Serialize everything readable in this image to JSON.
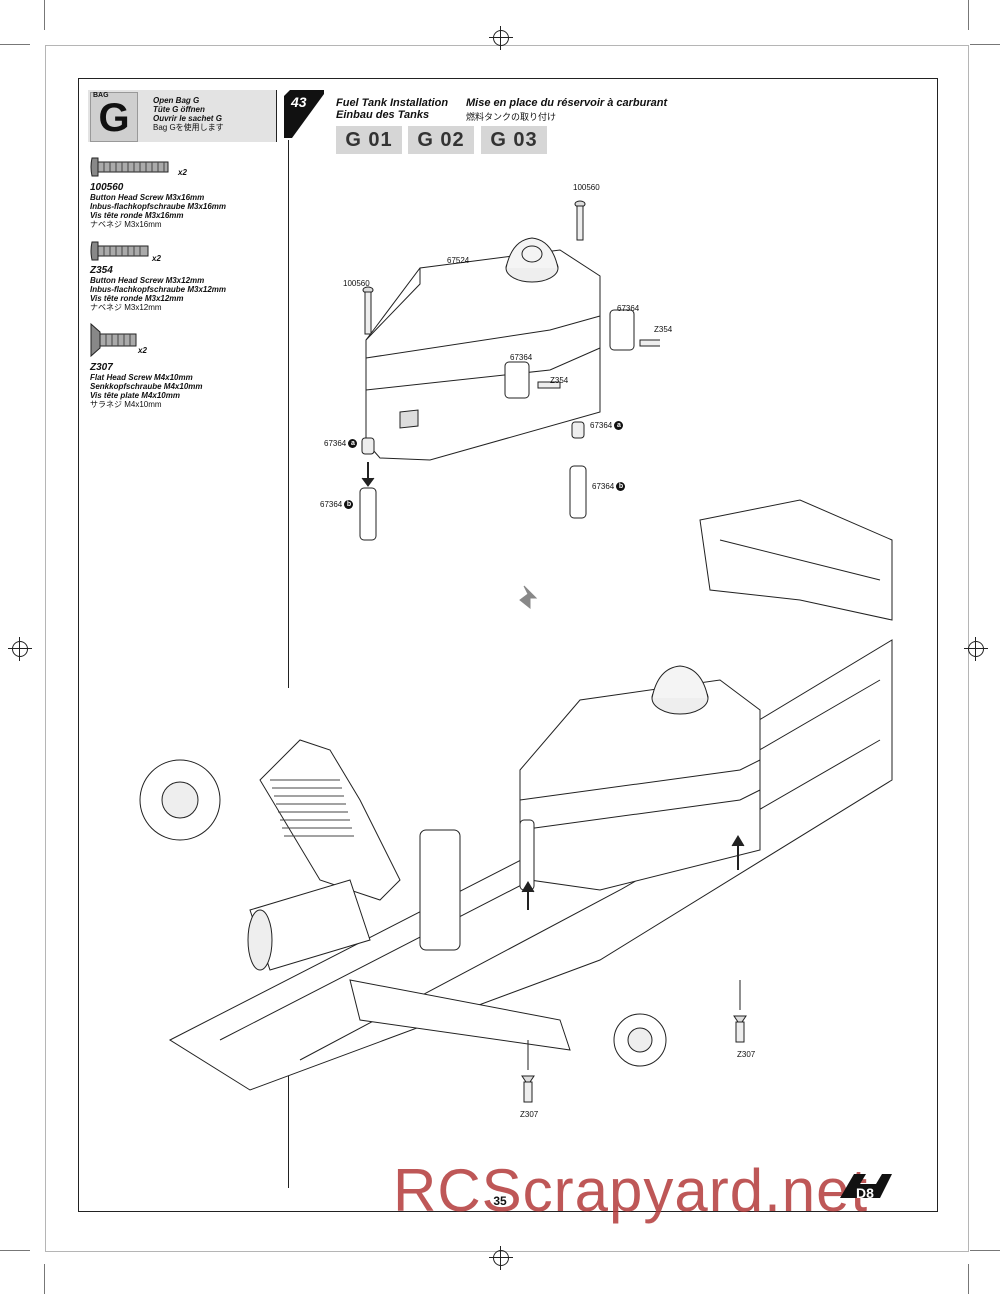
{
  "bag": {
    "word": "BAG",
    "letter": "G",
    "lines": [
      "Open Bag G",
      "Tüte G öffnen",
      "Ouvrir le sachet G",
      "Bag Gを使用します"
    ]
  },
  "parts": [
    {
      "code": "100560",
      "qty": "x2",
      "en": "Button Head Screw M3x16mm",
      "de": "Inbus-flachkopfschraube M3x16mm",
      "fr": "Vis tête ronde M3x16mm",
      "jp": "ナベネジ M3x16mm"
    },
    {
      "code": "Z354",
      "qty": "x2",
      "en": "Button Head Screw M3x12mm",
      "de": "Inbus-flachkopfschraube M3x12mm",
      "fr": "Vis tête ronde M3x12mm",
      "jp": "ナベネジ M3x12mm"
    },
    {
      "code": "Z307",
      "qty": "x2",
      "en": "Flat Head Screw M4x10mm",
      "de": "Senkkopfschraube M4x10mm",
      "fr": "Vis tête plate M4x10mm",
      "jp": "サラネジ M4x10mm"
    }
  ],
  "step": {
    "number": "43",
    "title_en": "Fuel Tank Installation",
    "title_fr": "Mise en place du réservoir à carburant",
    "title_de": "Einbau des Tanks",
    "title_jp": "燃料タンクの取り付け",
    "bags": [
      "G 01",
      "G 02",
      "G 03"
    ]
  },
  "callouts": {
    "screw_top": "100560",
    "screw_left": "100560",
    "tank": "67524",
    "mount_right": "67364",
    "screw_right": "Z354",
    "mount_center": "67364",
    "screw_center": "Z354",
    "post_a_left": "67364",
    "post_b_left": "67364",
    "post_a_right": "67364",
    "post_b_right": "67364",
    "circle_a": "a",
    "circle_b": "b",
    "screw_bottom_left": "Z307",
    "screw_bottom_right": "Z307"
  },
  "footer": {
    "page_number": "35",
    "watermark": "RCScrapyard.net",
    "logo_text": "D8"
  }
}
